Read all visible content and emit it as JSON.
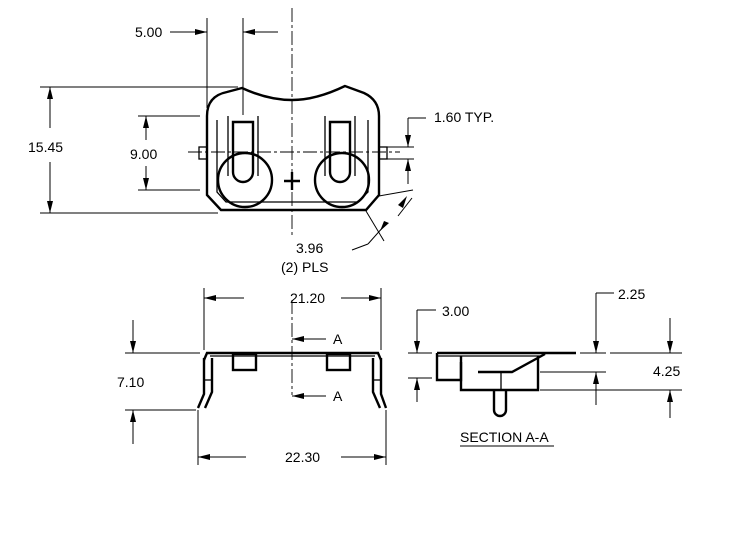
{
  "top_view": {
    "dims": {
      "contact_spacing": "5.00",
      "overall_height": "15.45",
      "slot_height": "9.00",
      "pin_width": "1.60  TYP.",
      "chamfer_a": "3.96",
      "chamfer_b": "(2) PLS"
    }
  },
  "front_view": {
    "dims": {
      "body_width": "21.20",
      "overall_width": "22.30",
      "height": "7.10"
    },
    "section_marks": [
      "A",
      "A"
    ]
  },
  "section_view": {
    "dims": {
      "top_offset": "3.00",
      "spring_offset": "2.25",
      "height": "4.25"
    },
    "title": "SECTION A-A"
  }
}
